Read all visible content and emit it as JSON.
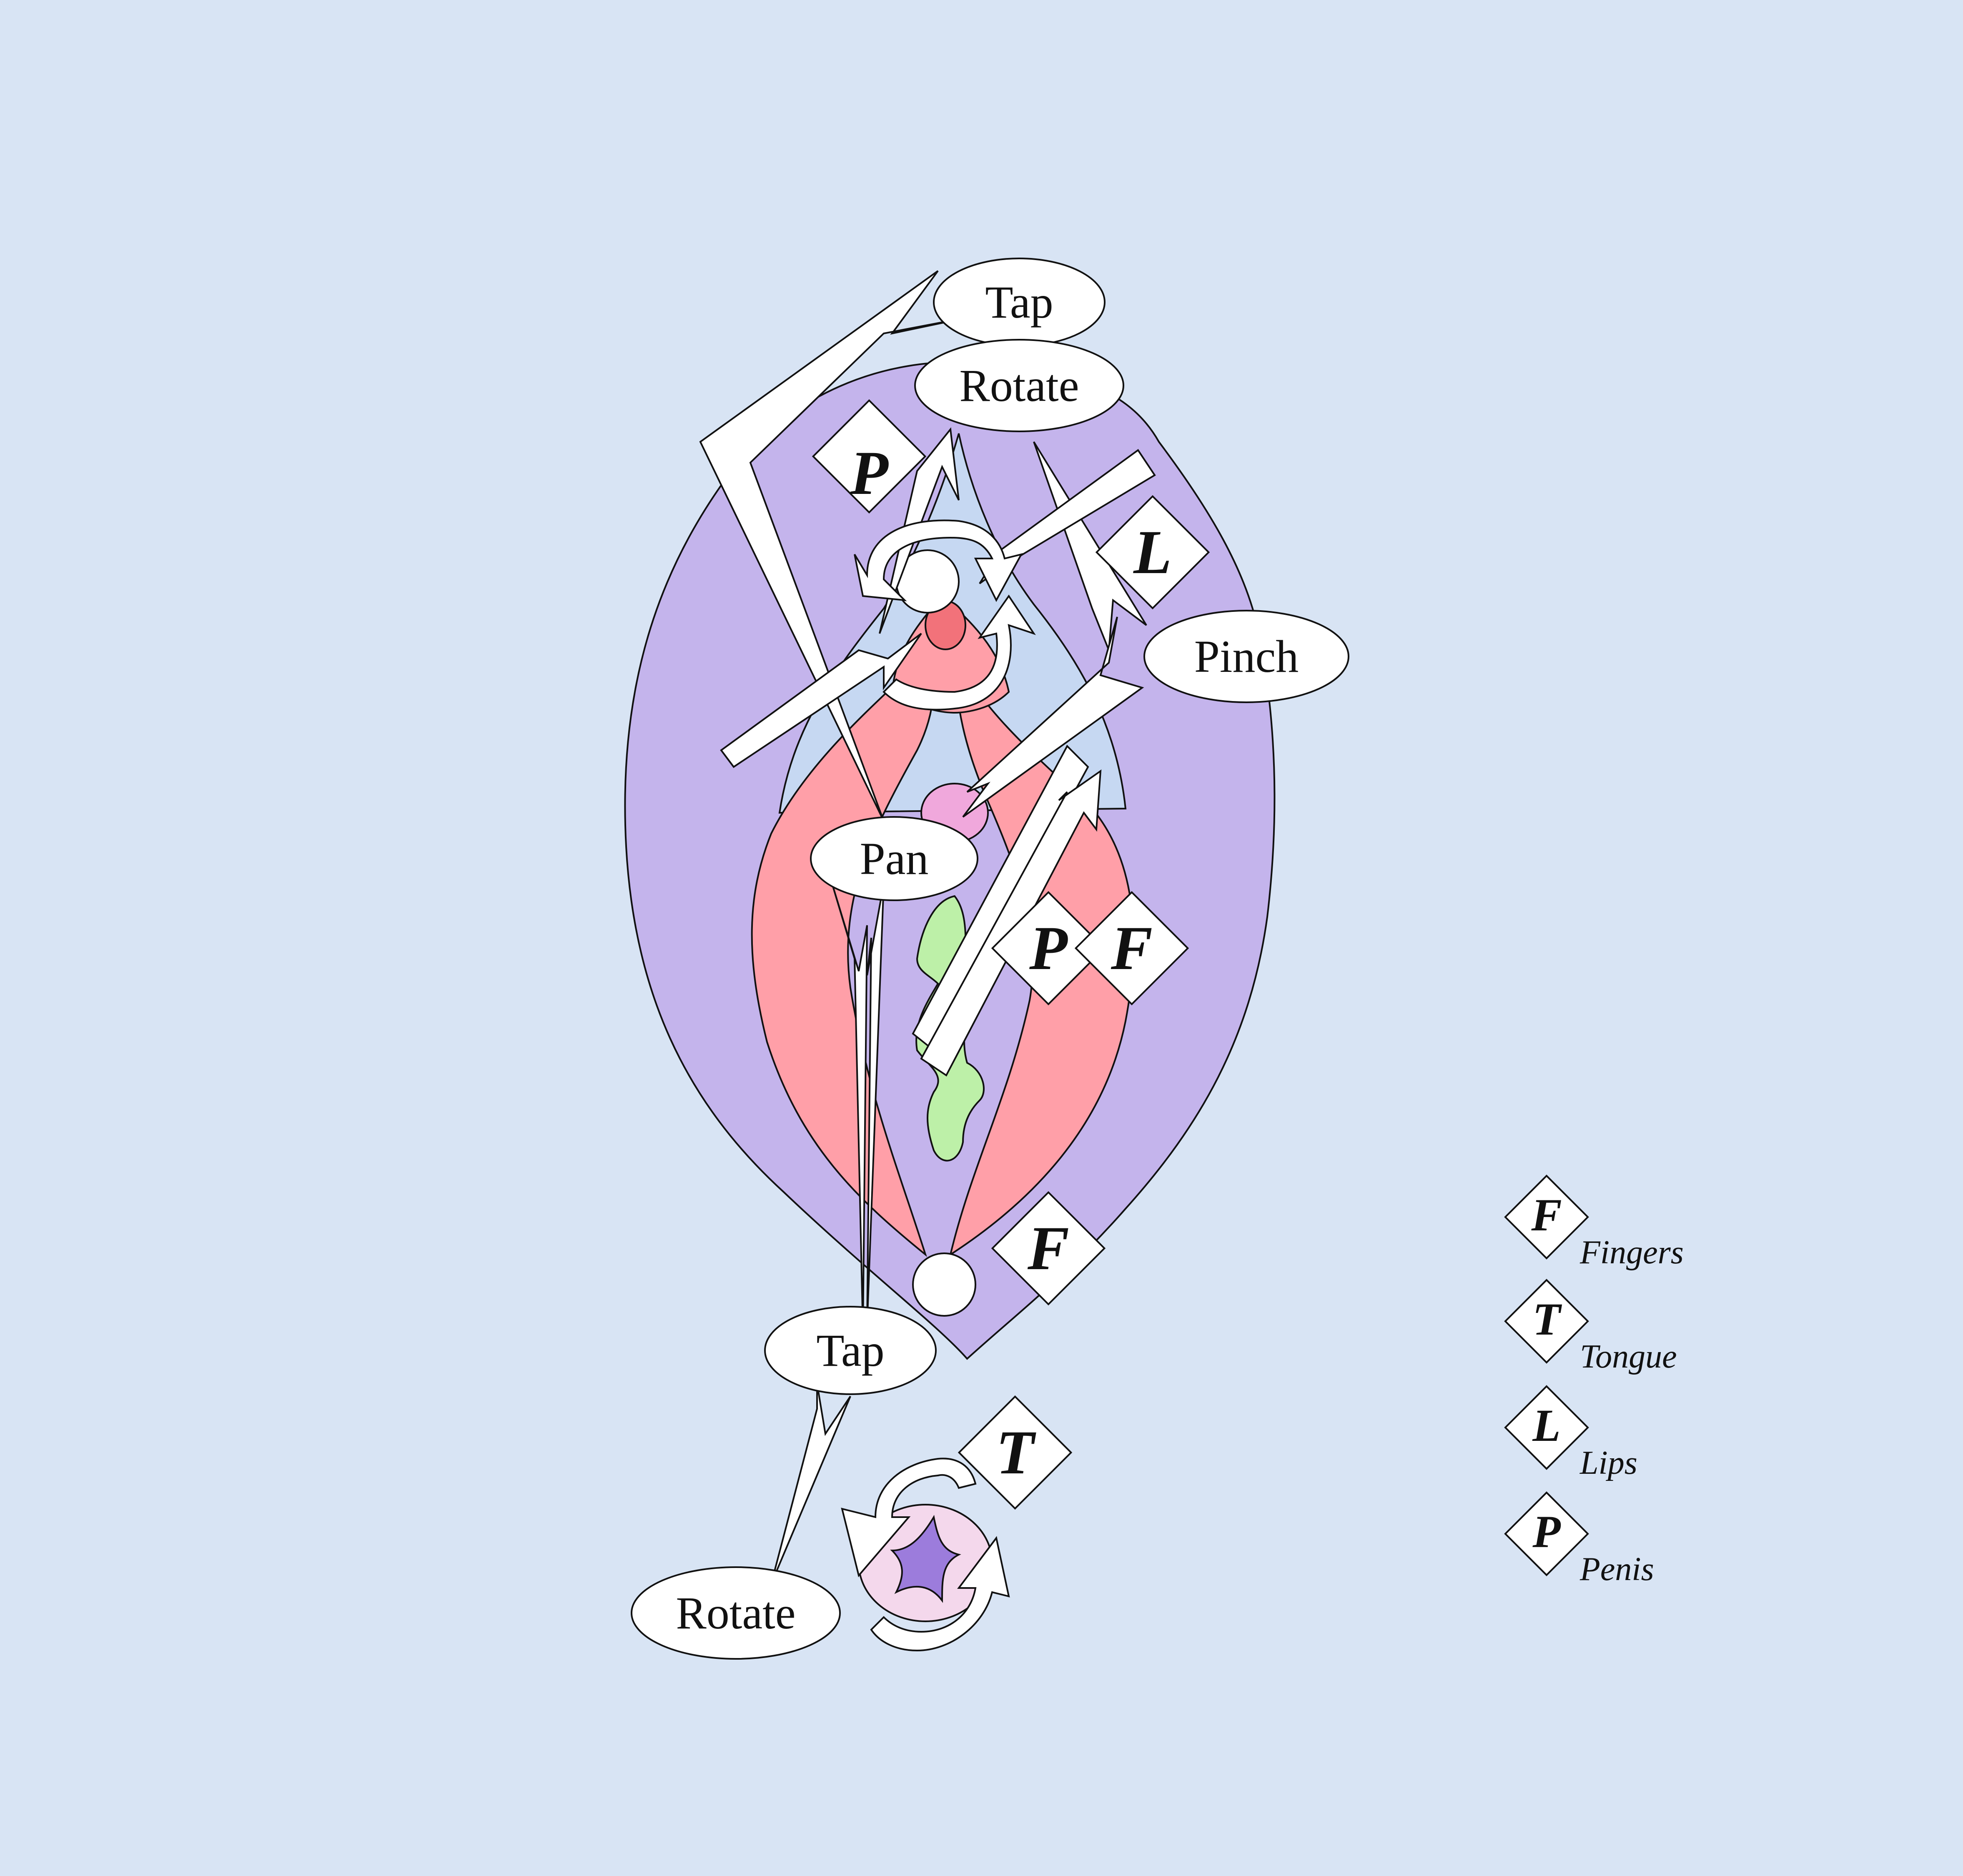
{
  "colors": {
    "background": "#d8e4f4",
    "outer_body": "#c4b4ec",
    "inner_blue": "#c6d8f2",
    "labia_red": "#ff9fa8",
    "clitoris_red": "#f2727a",
    "pink_spot": "#f0a8dc",
    "green_spot": "#bdf0a8",
    "anus_ring": "#f4d8ec",
    "anus_center": "#9c7cdc",
    "arrow_fill": "#ffffff",
    "outline": "#111111"
  },
  "labels": {
    "tap_top": "Tap",
    "rotate_top": "Rotate",
    "pinch": "Pinch",
    "pan": "Pan",
    "tap_bottom": "Tap",
    "rotate_bottom": "Rotate"
  },
  "badges": {
    "p_top": "P",
    "l_right": "L",
    "p_mid": "P",
    "f_mid": "F",
    "f_bottom": "F",
    "t_bottom": "T"
  },
  "legend": [
    {
      "letter": "F",
      "label": "Fingers"
    },
    {
      "letter": "T",
      "label": "Tongue"
    },
    {
      "letter": "L",
      "label": "Lips"
    },
    {
      "letter": "P",
      "label": "Penis"
    }
  ]
}
